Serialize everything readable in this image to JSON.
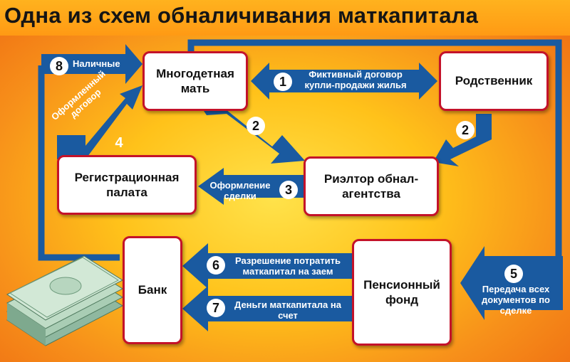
{
  "title": "Одна из схем обналичивания маткапитала",
  "boxes": {
    "mother": "Многодетная мать",
    "relative": "Родственник",
    "registration": "Регистрационная палата",
    "realtor": "Риэлтор обнал-агентства",
    "bank": "Банк",
    "pension": "Пенсионный фонд"
  },
  "steps": [
    {
      "number": "1",
      "label": "Фиктивный договор купли-продажи жилья"
    },
    {
      "number": "2",
      "label": ""
    },
    {
      "number": "3",
      "label": "Оформление сделки"
    },
    {
      "number": "4",
      "label": "Оформленный договор"
    },
    {
      "number": "5",
      "label": "Передача всех документов по сделке"
    },
    {
      "number": "6",
      "label": "Разрешение потратить маткапитал на заем"
    },
    {
      "number": "7",
      "label": "Деньги маткапитала на счет"
    },
    {
      "number": "8",
      "label": "Наличные"
    }
  ],
  "colors": {
    "arrow": "#1a5aa0",
    "box_border": "#c4122a",
    "background": "#ffc21a"
  },
  "icons": [
    "money-stack-icon"
  ]
}
